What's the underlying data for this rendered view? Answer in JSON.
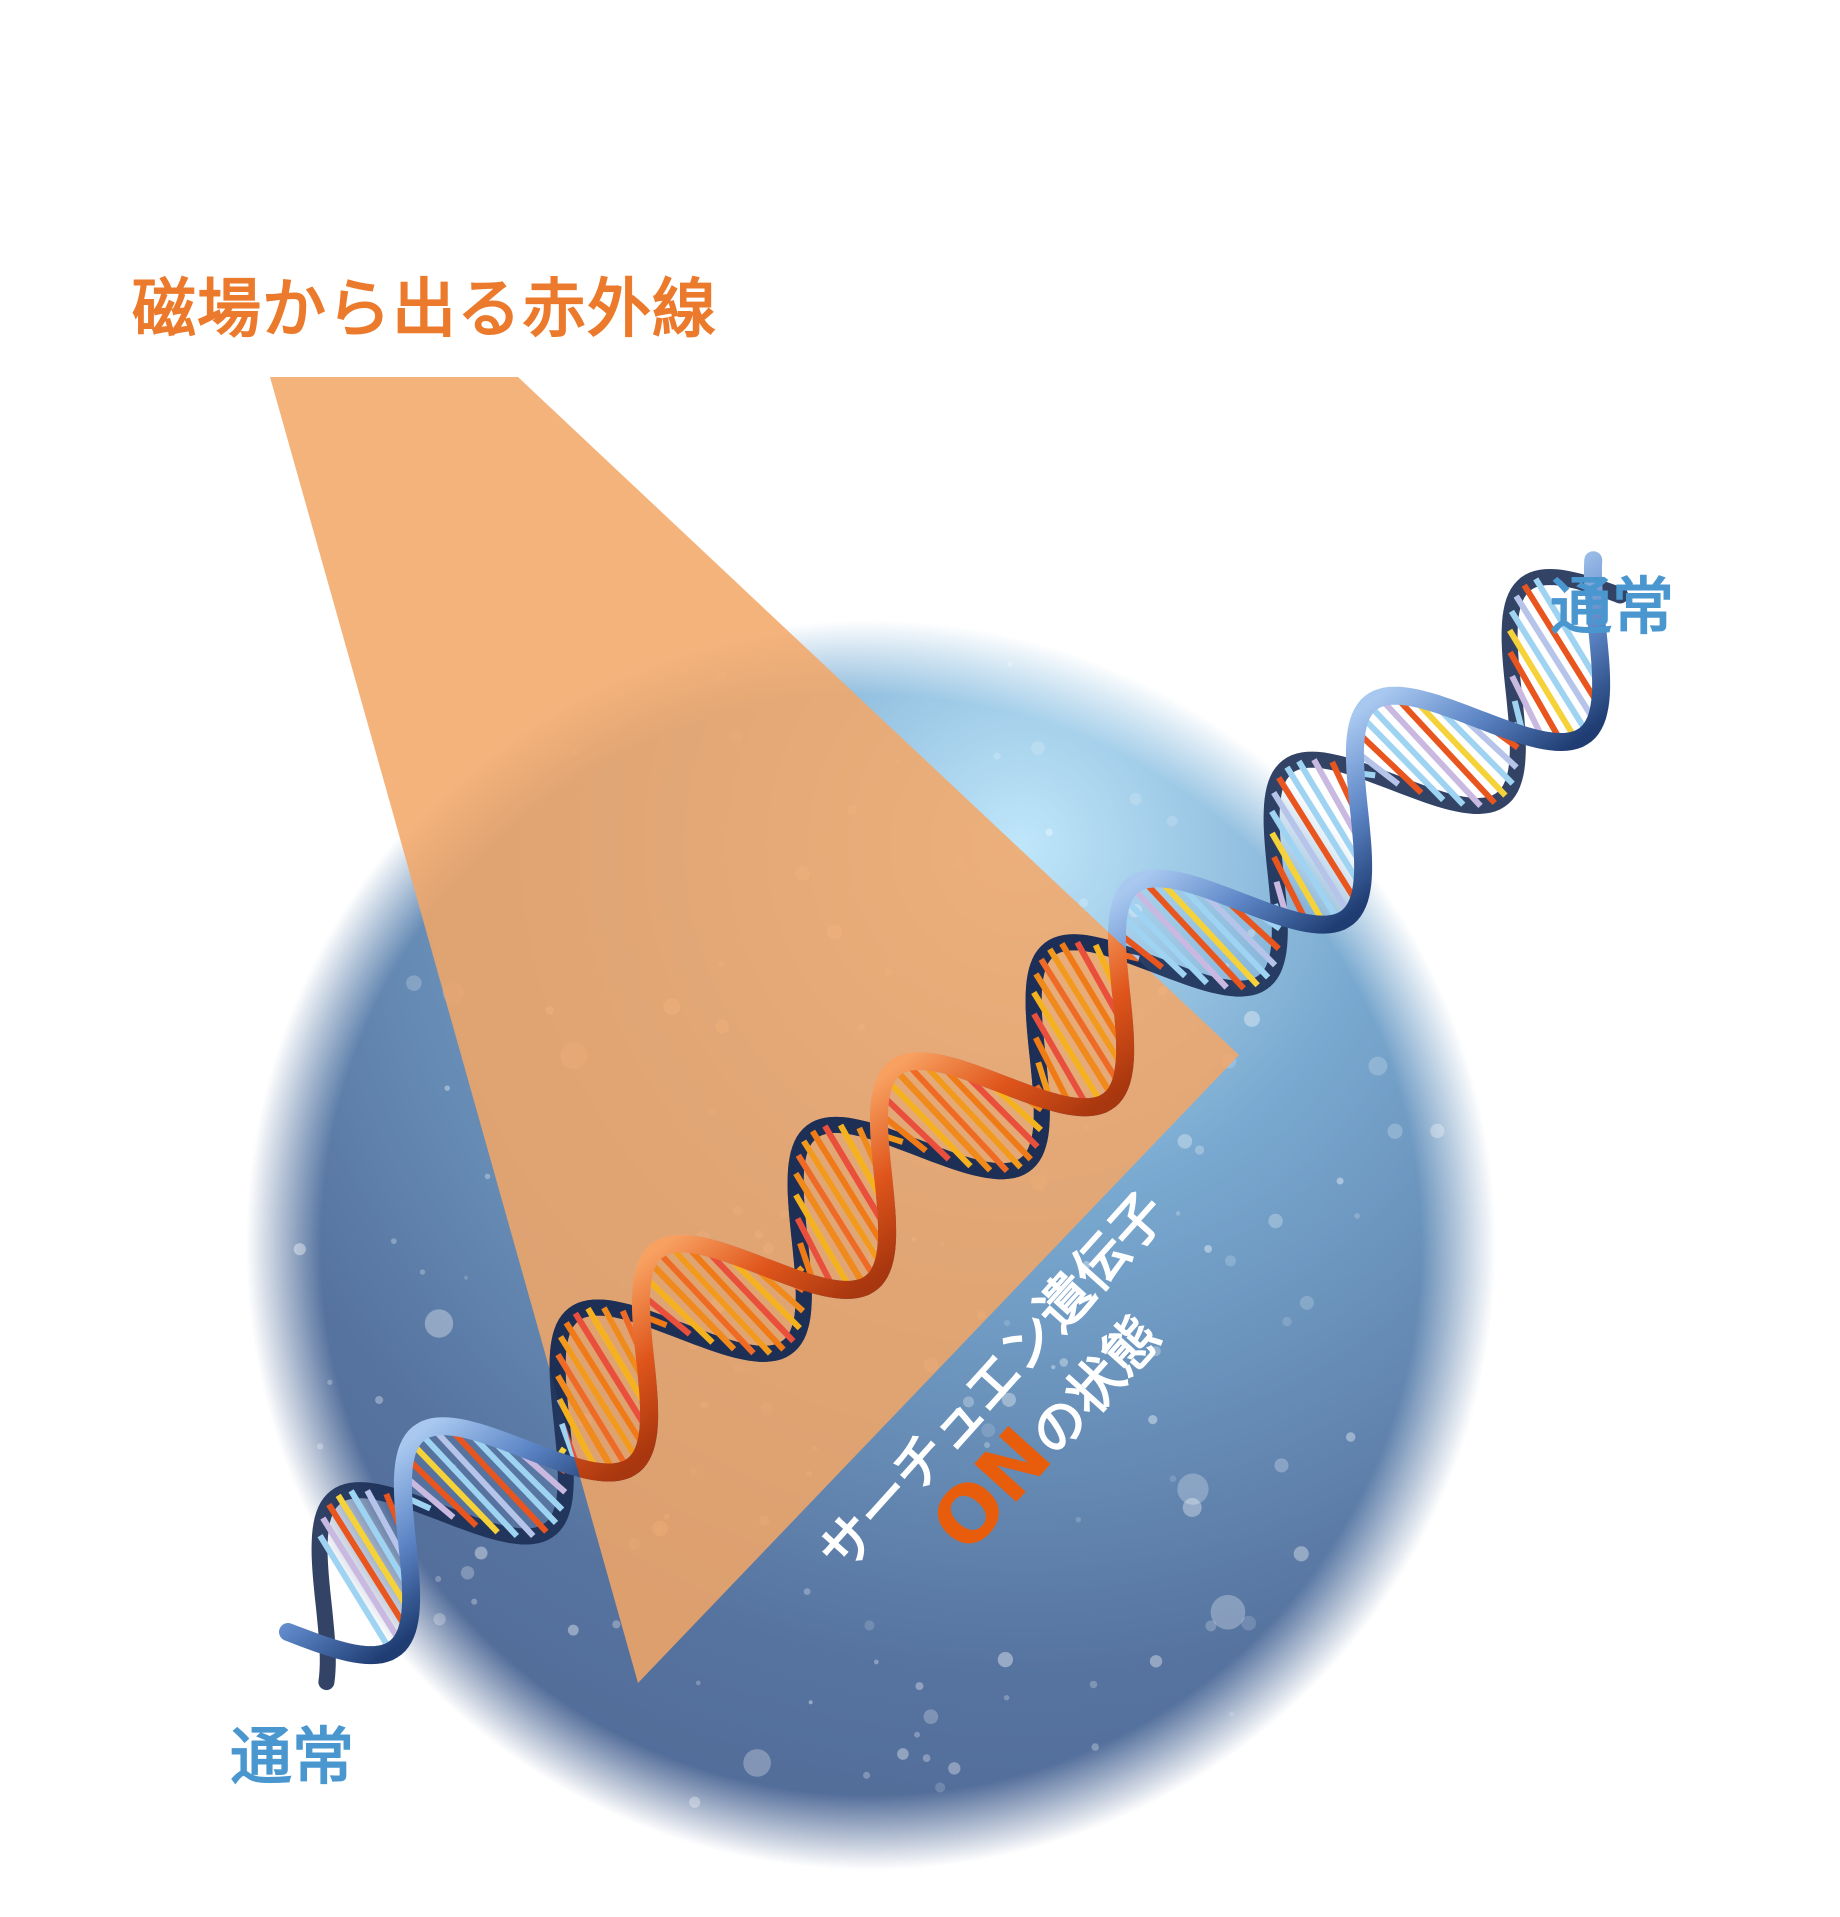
{
  "title": "磁場から出る赤外線",
  "label_normal_top": "通常",
  "label_normal_bottom": "通常",
  "state_text": {
    "line1": "サーチュエン遺伝子",
    "on": "ON",
    "line2_suffix": "の状態"
  },
  "colors": {
    "title": "#ec7a2c",
    "normal_label": "#4a97d0",
    "beam": "#f3a667",
    "on_text": "#e85d0c",
    "sphere_light": "#a9d8f2",
    "sphere_dark": "#526a96",
    "strand_blue": "#5d86c6",
    "strand_orange": "#e0561c"
  }
}
